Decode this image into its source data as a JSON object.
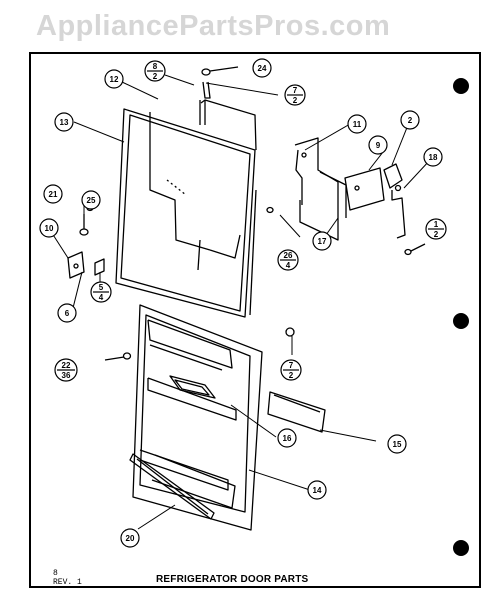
{
  "watermark": "AppliancePartsPros.com",
  "caption": "REFRIGERATOR DOOR PARTS",
  "page_number": "8",
  "revision": "REV. 1",
  "callouts": {
    "c2": "2",
    "c6": "6",
    "c9": "9",
    "c10": "10",
    "c11": "11",
    "c12": "12",
    "c13": "13",
    "c14": "14",
    "c15": "15",
    "c16": "16",
    "c17": "17",
    "c18": "18",
    "c20": "20",
    "c21": "21",
    "c24": "24",
    "c25": "25",
    "f8_2": {
      "num": "8",
      "den": "2"
    },
    "f7_2a": {
      "num": "7",
      "den": "2"
    },
    "f7_2b": {
      "num": "7",
      "den": "2"
    },
    "f1_2": {
      "num": "1",
      "den": "2"
    },
    "f26_4": {
      "num": "26",
      "den": "4"
    },
    "f5_4": {
      "num": "5",
      "den": "4"
    },
    "f22_36": {
      "num": "22",
      "den": "36"
    }
  }
}
